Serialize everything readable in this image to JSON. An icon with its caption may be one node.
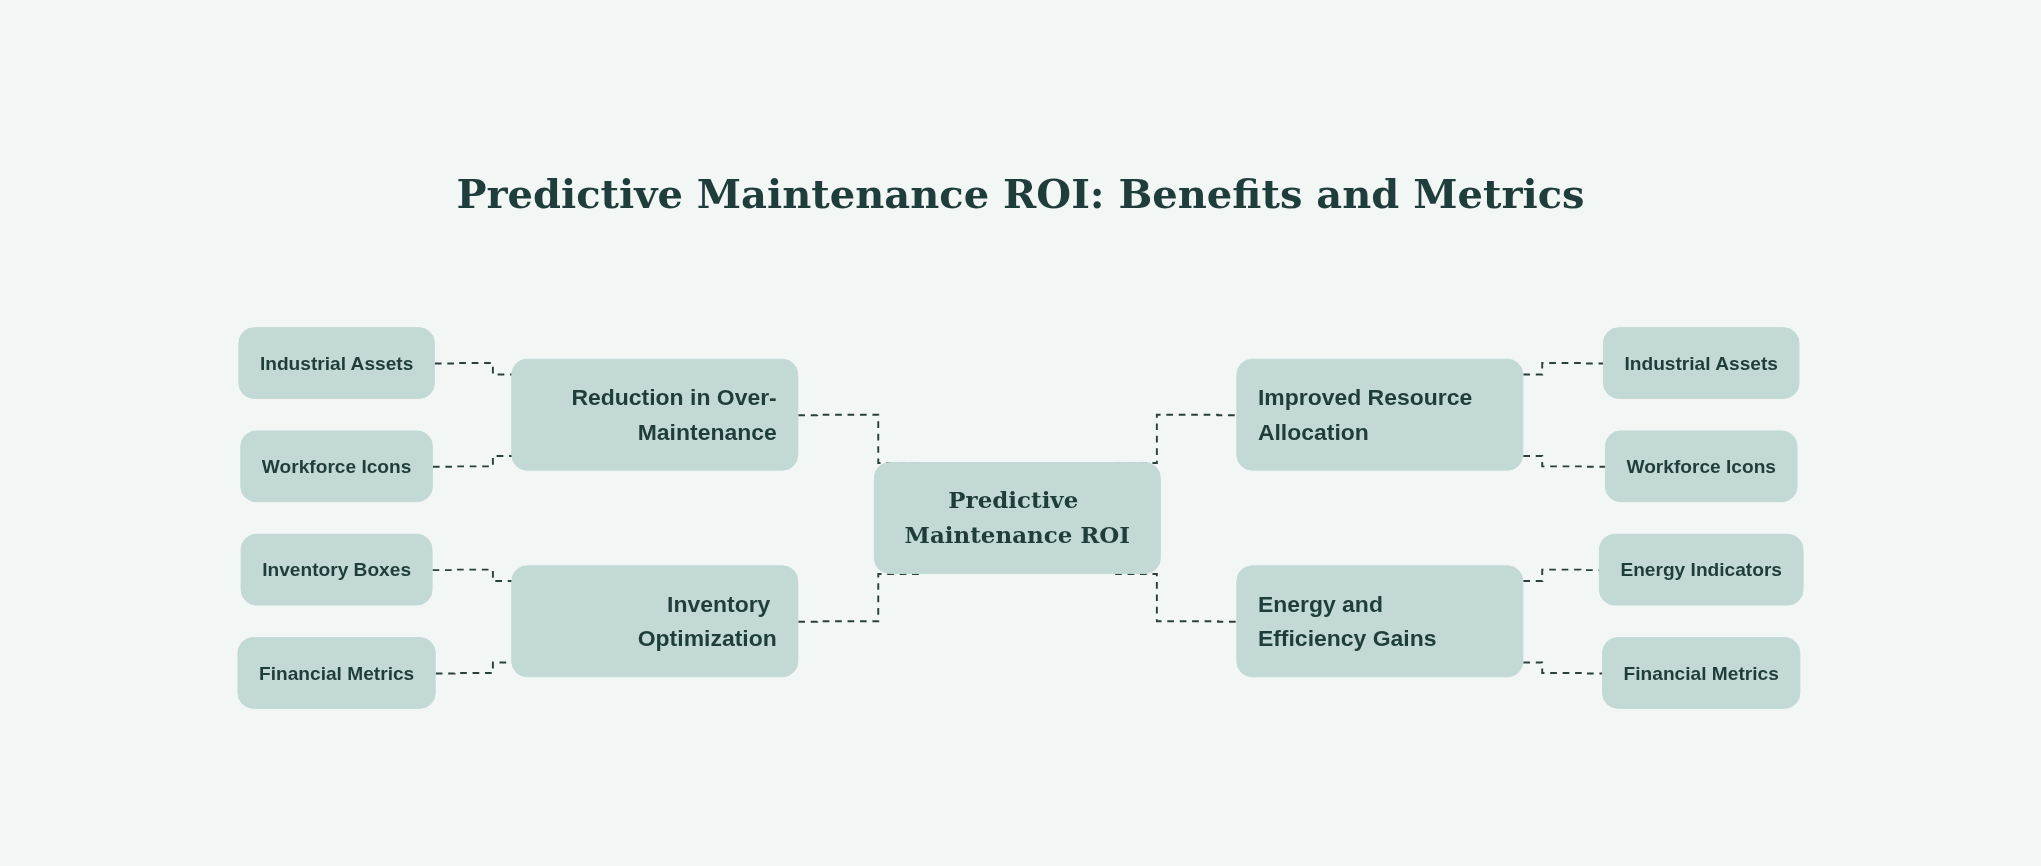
{
  "diagram": {
    "title": "Predictive Maintenance ROI: Benefits and Metrics",
    "nodes": [
      {
        "text": [
          "Predictive Maintenance ROI"
        ]
      },
      {
        "text": [
          "Reduction in Over-Maintenance"
        ]
      },
      {
        "text": [
          "Industrial Assets"
        ]
      },
      {
        "text": [
          "Workforce Icons"
        ]
      },
      {
        "text": [
          "Inventory Optimization"
        ]
      },
      {
        "text": [
          "Inventory Boxes"
        ]
      },
      {
        "text": [
          "Financial Metrics"
        ]
      },
      {
        "text": [
          "Improved Resource Allocation"
        ]
      },
      {
        "text": [
          "Industrial Assets"
        ]
      },
      {
        "text": [
          "Workforce Icons"
        ]
      },
      {
        "text": [
          "Energy and Efficiency Gains"
        ]
      },
      {
        "text": [
          "Energy Indicators"
        ]
      },
      {
        "text": [
          "Financial Metrics"
        ]
      }
    ],
    "edges": [
      {
        "from": 2,
        "to": 1,
        "arrow": "none",
        "style": "dashed"
      },
      {
        "from": 3,
        "to": 1,
        "arrow": "none",
        "style": "dashed"
      },
      {
        "from": 5,
        "to": 4,
        "arrow": "none",
        "style": "dashed"
      },
      {
        "from": 6,
        "to": 4,
        "arrow": "none",
        "style": "dashed"
      },
      {
        "from": 1,
        "to": 0,
        "arrow": "none",
        "style": "dashed"
      },
      {
        "from": 4,
        "to": 0,
        "arrow": "none",
        "style": "dashed"
      },
      {
        "from": 0,
        "to": 7,
        "arrow": "none",
        "style": "dashed"
      },
      {
        "from": 0,
        "to": 10,
        "arrow": "none",
        "style": "dashed"
      },
      {
        "from": 7,
        "to": 8,
        "arrow": "none",
        "style": "dashed"
      },
      {
        "from": 7,
        "to": 9,
        "arrow": "none",
        "style": "dashed"
      },
      {
        "from": 10,
        "to": 11,
        "arrow": "none",
        "style": "dashed"
      },
      {
        "from": 10,
        "to": 12,
        "arrow": "none",
        "style": "dashed"
      }
    ]
  }
}
